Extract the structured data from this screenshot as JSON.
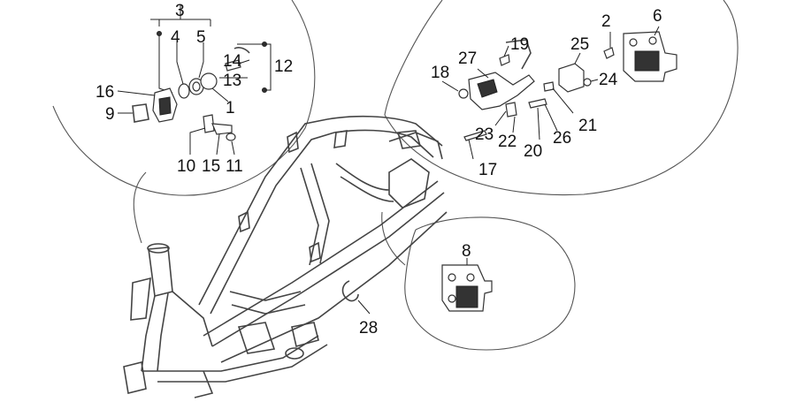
{
  "callouts": {
    "c1": "1",
    "c2": "2",
    "c3": "3",
    "c4": "4",
    "c5": "5",
    "c6": "6",
    "c8": "8",
    "c9": "9",
    "c10": "10",
    "c11": "11",
    "c12": "12",
    "c13": "13",
    "c14": "14",
    "c15": "15",
    "c16": "16",
    "c17": "17",
    "c18": "18",
    "c19": "19",
    "c20": "20",
    "c21": "21",
    "c22": "22",
    "c23": "23",
    "c24": "24",
    "c25": "25",
    "c26": "26",
    "c27": "27",
    "c28": "28"
  }
}
